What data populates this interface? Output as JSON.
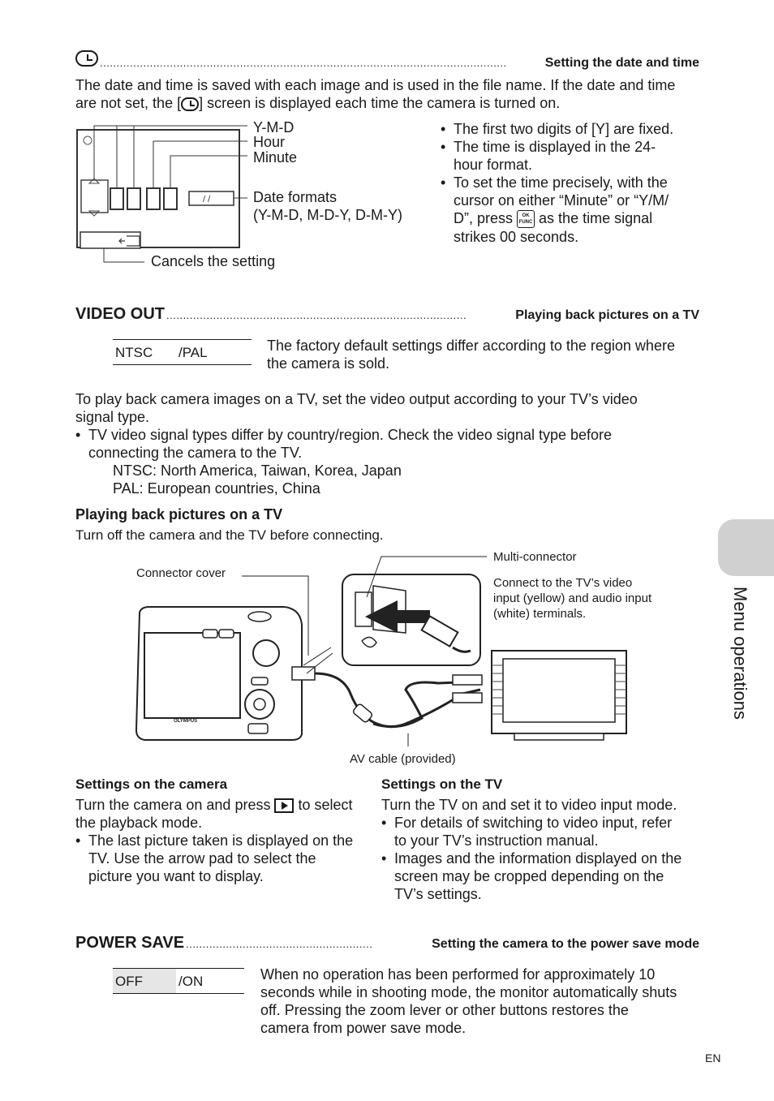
{
  "datetime": {
    "dots": "..........................................................................................................................",
    "desc": "Setting the date and time",
    "intro_1": "The date and time is saved with each image and is used in the file name. If the date and time",
    "intro_2a": "are not set, the [",
    "intro_2b": "] screen is displayed each time the camera is turned on.",
    "callouts": {
      "ymd": "Y-M-D",
      "hour": "Hour",
      "minute": "Minute",
      "date_formats_1": "Date formats",
      "date_formats_2": "(Y-M-D, M-D-Y, D-M-Y)",
      "cancels": "Cancels the setting"
    },
    "screen_separator": "/ /",
    "bullets": {
      "b1": "The first two digits of [Y] are fixed.",
      "b2_1": "The time is displayed in the 24-",
      "b2_2": "hour format.",
      "b3_1": "To set the time precisely, with the",
      "b3_2": "cursor on either “Minute” or “Y/M/",
      "b3_3a": "D”, press",
      "b3_3b": "as the time signal",
      "b3_4": "strikes 00 seconds."
    },
    "ok_icon_top": "OK",
    "ok_icon_bottom": "FUNC"
  },
  "video_out": {
    "title": "VIDEO OUT",
    "dots": "..........................................................................................",
    "desc": "Playing back pictures on a TV",
    "options": [
      "NTSC",
      "/PAL"
    ],
    "note_1": "The factory default settings differ according to the region where",
    "note_2": "the camera is sold.",
    "para_1": "To play back camera images on a TV, set the video output according to your TV’s video",
    "para_2": "signal type.",
    "bullet_1": "TV video signal types differ by country/region. Check the video signal type before",
    "bullet_2": "connecting the camera to the TV.",
    "ntsc": "NTSC: North America, Taiwan, Korea, Japan",
    "pal": "PAL: European countries, China"
  },
  "tv_section": {
    "heading": "Playing back pictures on a TV",
    "sub": "Turn off the camera and the TV before connecting.",
    "labels": {
      "multi_connector": "Multi-connector",
      "connect_1": "Connect to the TV’s video",
      "connect_2": "input (yellow) and audio input",
      "connect_3": "(white) terminals.",
      "connector_cover": "Connector cover",
      "av_cable": "AV cable (provided)",
      "brand": "OLYMPUS"
    }
  },
  "camera_settings": {
    "title": "Settings on the camera",
    "line_1a": "Turn the camera on and press",
    "line_1b": "to select",
    "line_2": "the playback mode.",
    "bullet_1": "The last picture taken is displayed on the",
    "bullet_2": "TV. Use the arrow pad to select the",
    "bullet_3": "picture you want to display."
  },
  "tv_settings": {
    "title": "Settings on the TV",
    "line_1": "Turn the TV on and set it to video input mode.",
    "b1_1": "For details of switching to video input, refer",
    "b1_2": "to your TV’s instruction manual.",
    "b2_1": "Images and the information displayed on the",
    "b2_2": "screen may be cropped depending on the",
    "b2_3": "TV’s settings."
  },
  "power_save": {
    "title": "POWER SAVE",
    "dots": "........................................................",
    "desc": "Setting the camera to the power save mode",
    "options": [
      "OFF",
      "/ON"
    ],
    "text_1": "When no operation has been performed for approximately 10",
    "text_2": "seconds while in shooting mode, the monitor automatically shuts",
    "text_3": "off. Pressing the zoom lever or other buttons restores the",
    "text_4": "camera from power save mode."
  },
  "side_tab": "Menu operations",
  "footer": "EN",
  "colors": {
    "text": "#1a1a1a",
    "tab": "#d0d0d0",
    "option_highlight": "#e6e6e6"
  }
}
